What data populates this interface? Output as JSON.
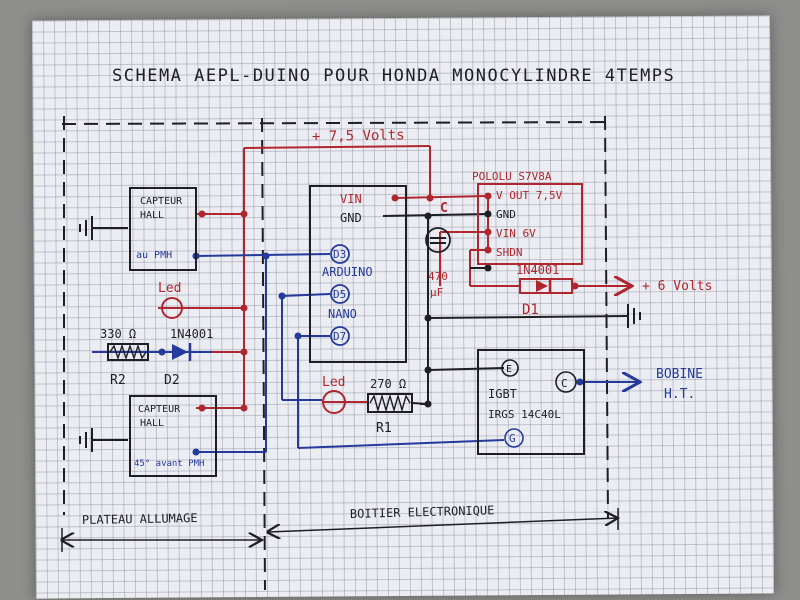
{
  "title": "SCHEMA AEPL-DUINO POUR HONDA MONOCYLINDRE 4TEMPS",
  "supply_label": "+ 7,5 Volts",
  "hall_top": {
    "line1": "CAPTEUR",
    "line2": "HALL",
    "line3": "au PMH"
  },
  "hall_bottom": {
    "line1": "CAPTEUR",
    "line2": "HALL",
    "line3": "45° avant PMH"
  },
  "led_top": "Led",
  "r2": {
    "value": "330 Ω",
    "name": "R2"
  },
  "d2": {
    "part": "1N4001",
    "name": "D2"
  },
  "arduino": {
    "vin": "VIN",
    "gnd": "GND",
    "name1": "ARDUINO",
    "name2": "NANO",
    "d3": "D3",
    "d5": "D5",
    "d7": "D7"
  },
  "pololu": {
    "title": "POLOLU S7V8A",
    "vout": "V OUT 7,5V",
    "gnd": "GND",
    "vin": "VIN 6V",
    "shdn": "SHDN"
  },
  "cap": {
    "ref": "C",
    "value1": "470",
    "value2": "µF"
  },
  "d1": {
    "part": "1N4001",
    "name": "D1"
  },
  "plus6": "+ 6 Volts",
  "led_mid": "Led",
  "r1": {
    "value": "270 Ω",
    "name": "R1"
  },
  "igbt": {
    "line1": "IGBT",
    "line2": "IRGS 14C40L",
    "e": "E",
    "c": "C",
    "g": "G"
  },
  "bobine": {
    "line1": "BOBINE",
    "line2": "H.T."
  },
  "plateau": "PLATEAU ALLUMAGE",
  "boitier": "BOITIER ELECTRONIQUE"
}
